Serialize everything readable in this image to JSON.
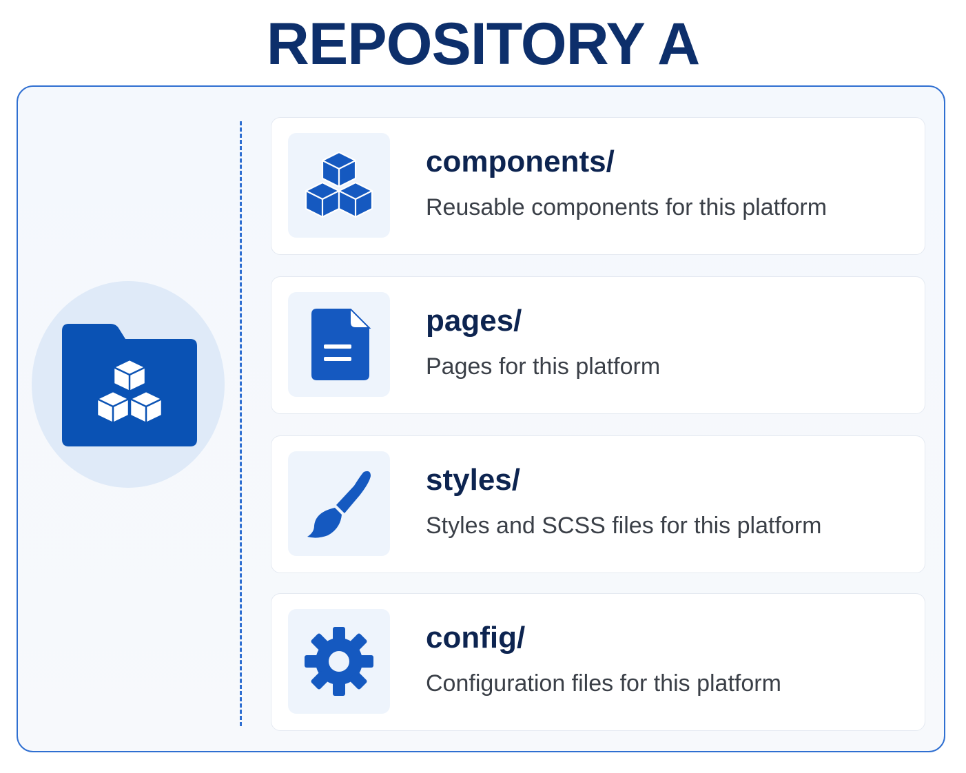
{
  "title": "REPOSITORY A",
  "colors": {
    "accent": "#1559c0",
    "title": "#0d2f6b",
    "border": "#2f6fd1"
  },
  "root_icon": "folder-with-cubes-icon",
  "folders": [
    {
      "name": "components/",
      "description": "Reusable components for this platform",
      "icon": "cubes-icon"
    },
    {
      "name": "pages/",
      "description": "Pages for this platform",
      "icon": "document-icon"
    },
    {
      "name": "styles/",
      "description": "Styles and SCSS files for this platform",
      "icon": "paintbrush-icon"
    },
    {
      "name": "config/",
      "description": "Configuration files for this platform",
      "icon": "gear-icon"
    }
  ]
}
